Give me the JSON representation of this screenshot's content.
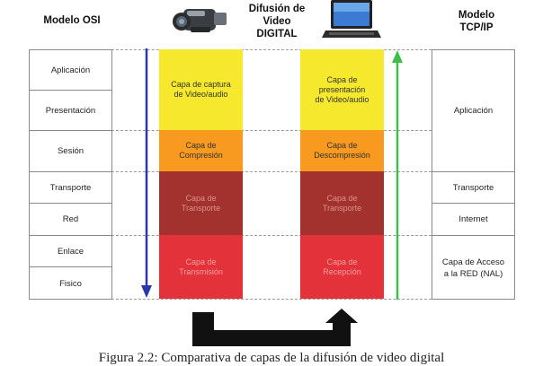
{
  "headers": {
    "osi": "Modelo OSI",
    "center": "Difusión de\nVideo\nDIGITAL",
    "tcpip": "Modelo\nTCP/IP"
  },
  "osi_layers": [
    "Aplicación",
    "Presentación",
    "Sesión",
    "Transporte",
    "Red",
    "Enlace",
    "Fisico"
  ],
  "tcpip_layers": [
    "Aplicación",
    "Transporte",
    "Internet",
    "Capa de Acceso\na la RED (NAL)"
  ],
  "sender_stack": [
    {
      "label": "Capa de captura\nde Video/audio",
      "color": "#f6e82c",
      "text_color": "#333333"
    },
    {
      "label": "Capa de\nCompresión",
      "color": "#f79a1f",
      "text_color": "#333333"
    },
    {
      "label": "Capa de\nTransporte",
      "color": "#a3312d",
      "text_color": "#d9938c"
    },
    {
      "label": "Capa de\nTransmisión",
      "color": "#e3323a",
      "text_color": "#f3a0a0"
    }
  ],
  "receiver_stack": [
    {
      "label": "Capa de\npresentación\nde Video/audio",
      "color": "#f6e82c",
      "text_color": "#333333"
    },
    {
      "label": "Capa de\nDescompresión",
      "color": "#f79a1f",
      "text_color": "#333333"
    },
    {
      "label": "Capa de\nTransporte",
      "color": "#a3312d",
      "text_color": "#d9938c"
    },
    {
      "label": "Capa de\nRecepción",
      "color": "#e3323a",
      "text_color": "#f3a0a0"
    }
  ],
  "arrows": {
    "down_color": "#2b36a8",
    "up_color": "#3fbf4a",
    "path_color": "#111111"
  },
  "caption": "Figura 2.2: Comparativa de capas de la difusión de video digital"
}
